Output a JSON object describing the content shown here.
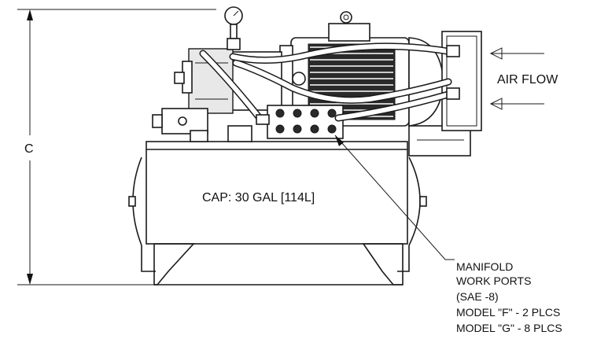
{
  "dimension": {
    "label": "C"
  },
  "tank": {
    "capacity_label": "CAP: 30 GAL [114L]"
  },
  "air_flow": {
    "label": "AIR FLOW"
  },
  "manifold_note": {
    "lines": [
      "MANIFOLD",
      "WORK PORTS",
      "(SAE -8)",
      "MODEL \"F\" - 2 PLCS",
      "MODEL \"G\" - 8 PLCS"
    ]
  }
}
